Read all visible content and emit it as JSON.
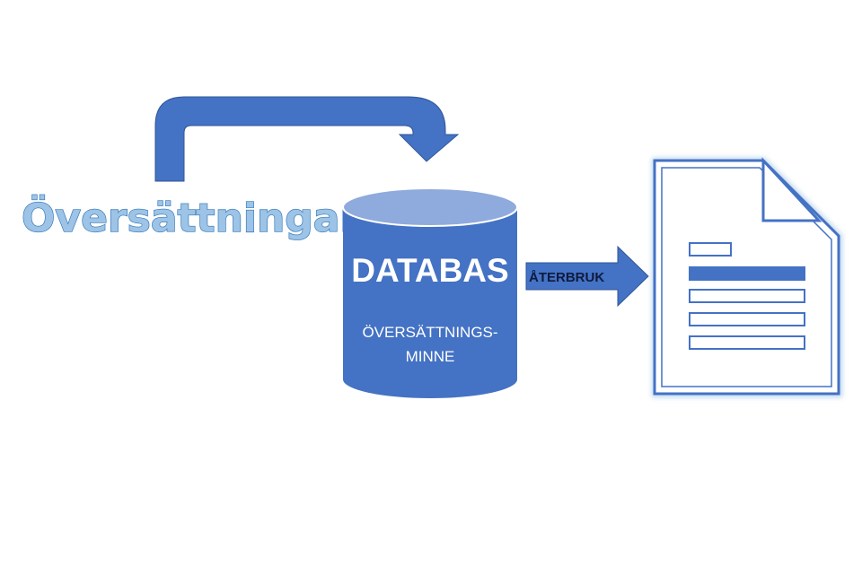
{
  "source_label": "Översättningar",
  "database": {
    "title": "DATABAS",
    "subtitle_line1": "ÖVERSÄTTNINGS-",
    "subtitle_line2": "MINNE"
  },
  "arrow_label": "ÅTERBRUK",
  "colors": {
    "primary_blue": "#4472c4",
    "dark_blue": "#2f5597",
    "light_blue_text": "#9dc3e6",
    "text_outline_blue": "#2e75b6",
    "cylinder_top": "#8faadc",
    "document_outline": "#4472c4",
    "document_shadow": "#bdd7ee",
    "white": "#ffffff",
    "arrow_label_text": "#0d1b3e"
  },
  "icons": {
    "curved_arrow": "curved-arrow-icon",
    "right_arrow": "right-arrow-icon",
    "database": "database-cylinder-icon",
    "document": "document-icon"
  }
}
